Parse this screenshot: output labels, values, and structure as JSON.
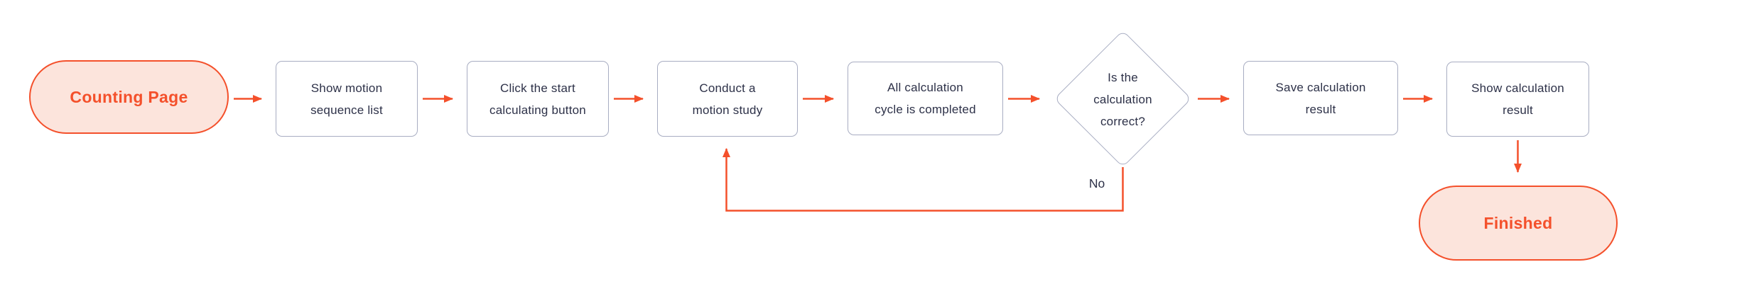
{
  "nodes": {
    "counting_page": {
      "type": "terminator",
      "lines": [
        "Counting Page"
      ]
    },
    "show_motion_list": {
      "type": "process",
      "lines": [
        "Show motion",
        "sequence list"
      ]
    },
    "click_start_button": {
      "type": "process",
      "lines": [
        "Click the start",
        "calculating button"
      ]
    },
    "conduct_motion_study": {
      "type": "process",
      "lines": [
        "Conduct a",
        "motion study"
      ]
    },
    "all_cycle_completed": {
      "type": "process",
      "lines": [
        "All calculation",
        "cycle is completed"
      ]
    },
    "is_calculation_correct": {
      "type": "decision",
      "lines": [
        "Is the",
        "calculation",
        "correct?"
      ]
    },
    "save_result": {
      "type": "process",
      "lines": [
        "Save calculation",
        "result"
      ]
    },
    "show_result": {
      "type": "process",
      "lines": [
        "Show calculation",
        "result"
      ]
    },
    "finished": {
      "type": "terminator",
      "lines": [
        "Finished"
      ]
    }
  },
  "edges": {
    "no_label": "No"
  },
  "colors": {
    "accent_orange": "#f4502b",
    "terminator_fill": "#fce4dc",
    "process_border": "#a8adc2",
    "node_text": "#2d3148",
    "background": "#ffffff"
  }
}
